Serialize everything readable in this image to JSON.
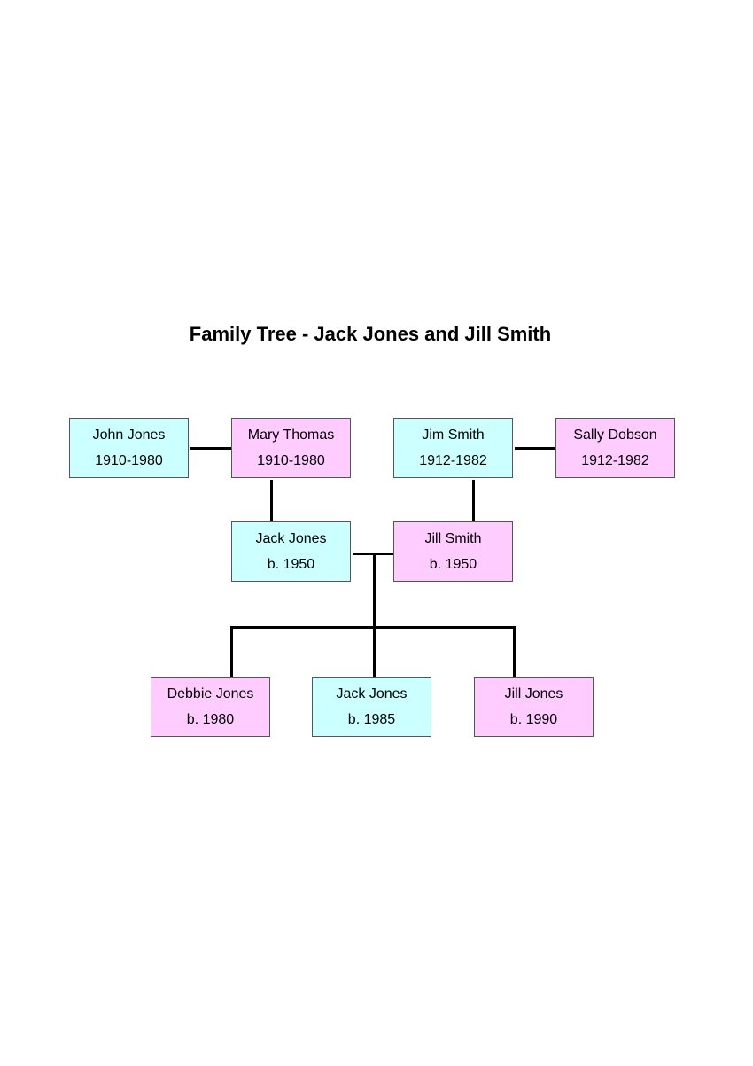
{
  "title": "Family Tree - Jack Jones and Jill Smith",
  "colors": {
    "male": "#ccffff",
    "female": "#ffccff",
    "line": "#000000"
  },
  "people": {
    "john_jones": {
      "name": "John Jones",
      "dates": "1910-1980"
    },
    "mary_thomas": {
      "name": "Mary Thomas",
      "dates": "1910-1980"
    },
    "jim_smith": {
      "name": "Jim Smith",
      "dates": "1912-1982"
    },
    "sally_dobson": {
      "name": "Sally Dobson",
      "dates": "1912-1982"
    },
    "jack_jones": {
      "name": "Jack Jones",
      "dates": "b. 1950"
    },
    "jill_smith": {
      "name": "Jill Smith",
      "dates": "b. 1950"
    },
    "debbie_jones": {
      "name": "Debbie Jones",
      "dates": "b. 1980"
    },
    "jack_jones_jr": {
      "name": "Jack Jones",
      "dates": "b. 1985"
    },
    "jill_jones": {
      "name": "Jill Jones",
      "dates": "b. 1990"
    }
  }
}
